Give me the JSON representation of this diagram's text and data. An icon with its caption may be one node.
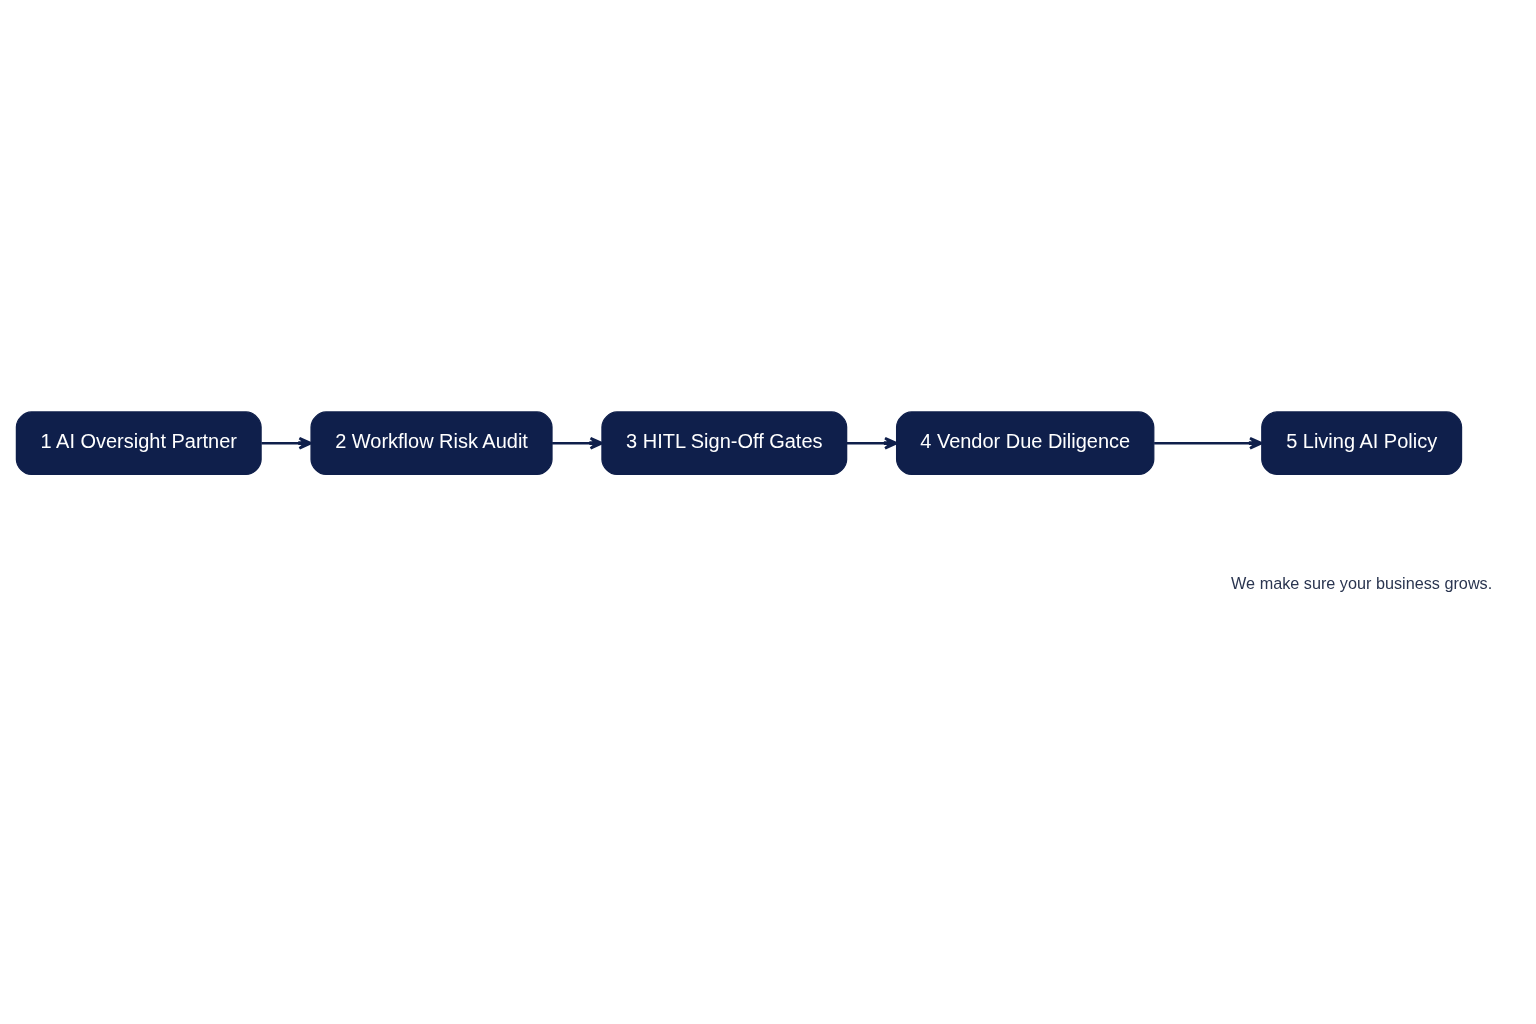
{
  "diagram": {
    "nodes": [
      {
        "text": [
          "1 AI Oversight Partner"
        ]
      },
      {
        "text": [
          "2 Workflow Risk Audit"
        ]
      },
      {
        "text": [
          "3 HITL Sign-Off Gates"
        ]
      },
      {
        "text": [
          "4 Vendor Due Diligence"
        ]
      },
      {
        "text": [
          "5 Living AI Policy"
        ]
      }
    ],
    "edges": [
      {
        "from": 0,
        "to": 1,
        "arrow": "to"
      },
      {
        "from": 1,
        "to": 2,
        "arrow": "to"
      },
      {
        "from": 2,
        "to": 3,
        "arrow": "to"
      },
      {
        "from": 3,
        "to": 4,
        "arrow": "to"
      }
    ],
    "labels": [
      "We make sure your business grows."
    ]
  }
}
